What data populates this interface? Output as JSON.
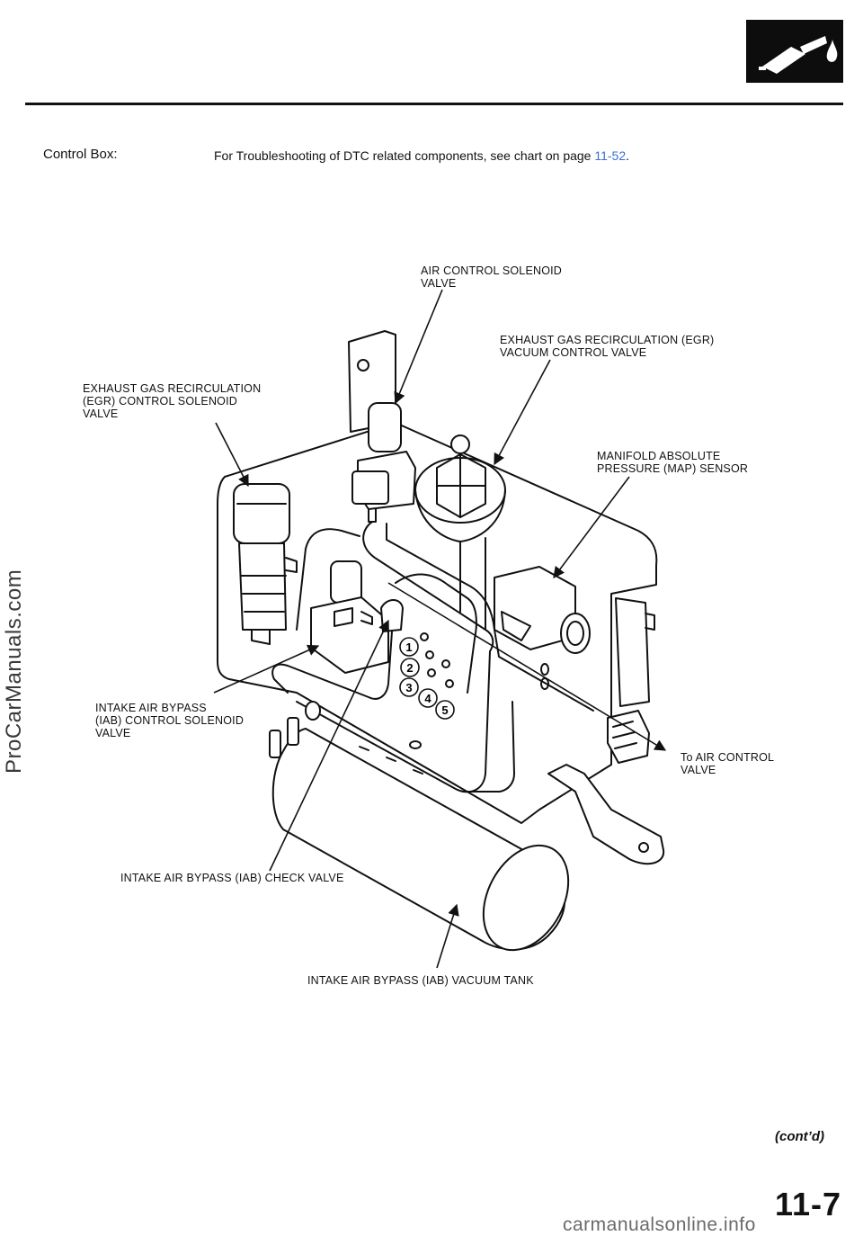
{
  "header": {
    "section_title": "Control Box:",
    "intro_text": "For Troubleshooting of DTC related components, see chart on page ",
    "page_link": "11-52",
    "intro_end": "."
  },
  "labels": {
    "air_control_solenoid": "AIR CONTROL SOLENOID\nVALVE",
    "egr_vacuum_control": "EXHAUST GAS RECIRCULATION (EGR)\nVACUUM CONTROL VALVE",
    "egr_control_solenoid": "EXHAUST GAS RECIRCULATION\n(EGR) CONTROL SOLENOID\nVALVE",
    "map_sensor": "MANIFOLD ABSOLUTE\nPRESSURE (MAP) SENSOR",
    "iab_control_solenoid": "INTAKE AIR BYPASS\n(IAB) CONTROL SOLENOID\nVALVE",
    "to_air_control": "To AIR CONTROL\nVALVE",
    "iab_check_valve": "INTAKE AIR BYPASS (IAB) CHECK VALVE",
    "iab_vacuum_tank": "INTAKE AIR BYPASS (IAB) VACUUM TANK"
  },
  "port_numbers": [
    "1",
    "2",
    "3",
    "4",
    "5"
  ],
  "watermark": "ProCarManuals.com",
  "footer": {
    "contd": "(cont’d)",
    "page_number": "11-7",
    "site": "carmanualsonline.info"
  }
}
